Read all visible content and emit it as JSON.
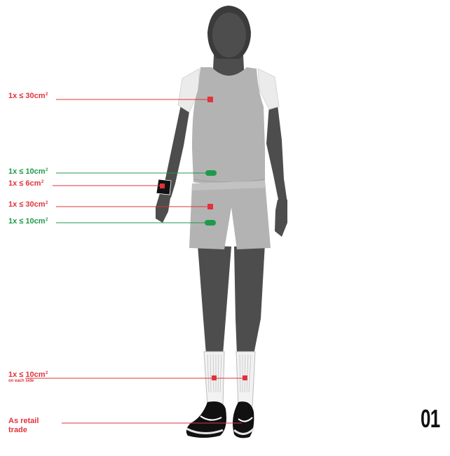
{
  "colors": {
    "restricted": "#e0333b",
    "allowed": "#1f9a4a",
    "skin": "#4d4d4d",
    "garment": "#b3b3b3",
    "garment_highlight": "#e6e6e6"
  },
  "labels": [
    {
      "id": "chest",
      "amount": "1x ≤ 30cm",
      "unit_sup": "2",
      "color": "red"
    },
    {
      "id": "waist-upper",
      "amount": "1x ≤ 10cm",
      "unit_sup": "2",
      "color": "green"
    },
    {
      "id": "wristband",
      "amount": "1x ≤ 6cm",
      "unit_sup": "2",
      "color": "red"
    },
    {
      "id": "shorts-front",
      "amount": "1x ≤ 30cm",
      "unit_sup": "2",
      "color": "red"
    },
    {
      "id": "shorts-lower",
      "amount": "1x ≤ 10cm",
      "unit_sup": "2",
      "color": "green"
    },
    {
      "id": "socks",
      "amount": "1x ≤ 10cm",
      "unit_sup": "2",
      "note": "on each side",
      "color": "red"
    },
    {
      "id": "shoes",
      "line1": "As retail",
      "line2": "trade",
      "color": "red"
    }
  ],
  "page_number": "01"
}
